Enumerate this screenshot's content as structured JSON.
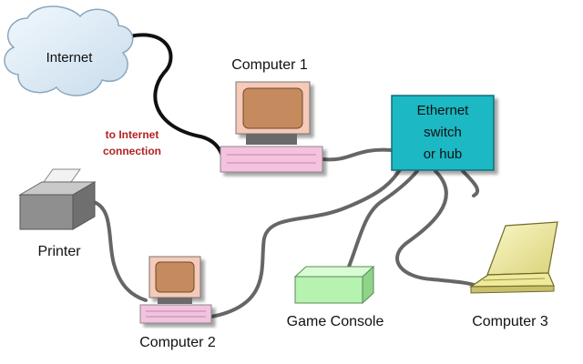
{
  "diagram": {
    "internet_label": "Internet",
    "internet_note_line1": "to Internet",
    "internet_note_line2": "connection",
    "computer1_label": "Computer 1",
    "switch_line1": "Ethernet",
    "switch_line2": "switch",
    "switch_line3": "or hub",
    "printer_label": "Printer",
    "computer2_label": "Computer 2",
    "game_console_label": "Game Console",
    "computer3_label": "Computer 3"
  },
  "colors": {
    "cloud": "#dcebf6",
    "switch": "#1fb8c4",
    "monitor_bezel": "#f6c9b8",
    "screen": "#c58a5d",
    "keyboard": "#f4c2de",
    "console": "#b6f3b0",
    "laptop": "#f0eb9a",
    "printer": "#909090",
    "cable_dark": "#111111",
    "cable_gray": "#666666",
    "note_text": "#b22222"
  }
}
